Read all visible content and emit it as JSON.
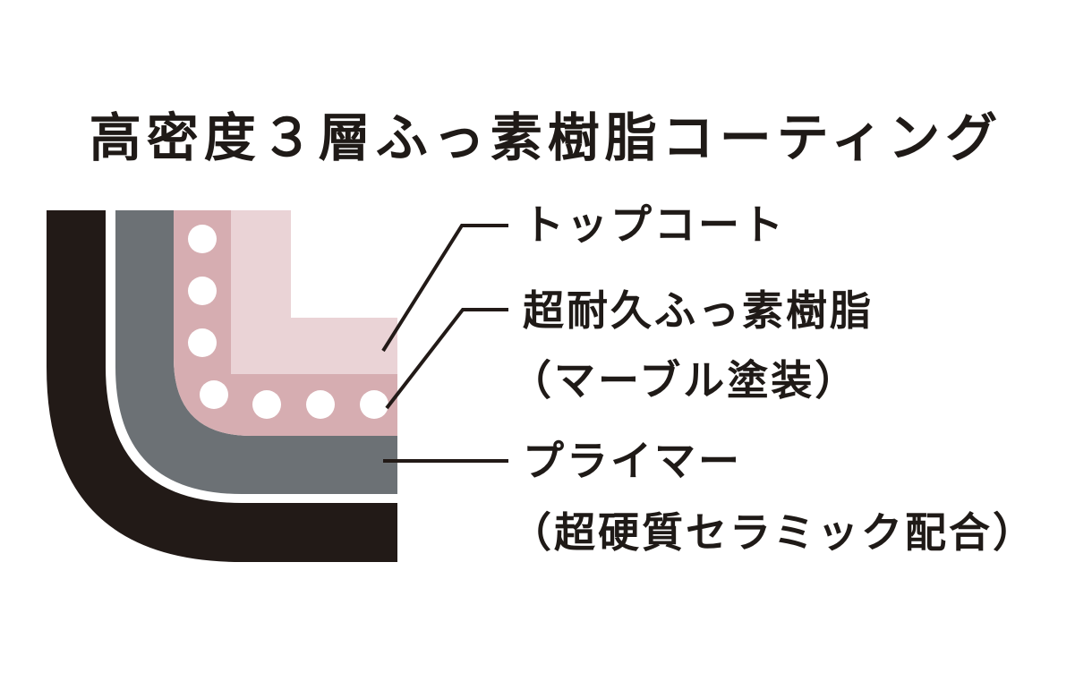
{
  "title": "高密度３層ふっ素樹脂コーティング",
  "layers": [
    {
      "id": "top-coat",
      "label": "トップコート",
      "color": "#ead3d6"
    },
    {
      "id": "fluoro-resin",
      "label": "超耐久ふっ素樹脂",
      "sublabel": "（マーブル塗装）",
      "color": "#d6adb1"
    },
    {
      "id": "primer",
      "label": "プライマー",
      "sublabel": "（超硬質セラミック配合）",
      "color": "#6c7175"
    },
    {
      "id": "base",
      "color": "#221a17"
    }
  ],
  "colors": {
    "line": "#221a17",
    "dots": "#ffffff"
  }
}
